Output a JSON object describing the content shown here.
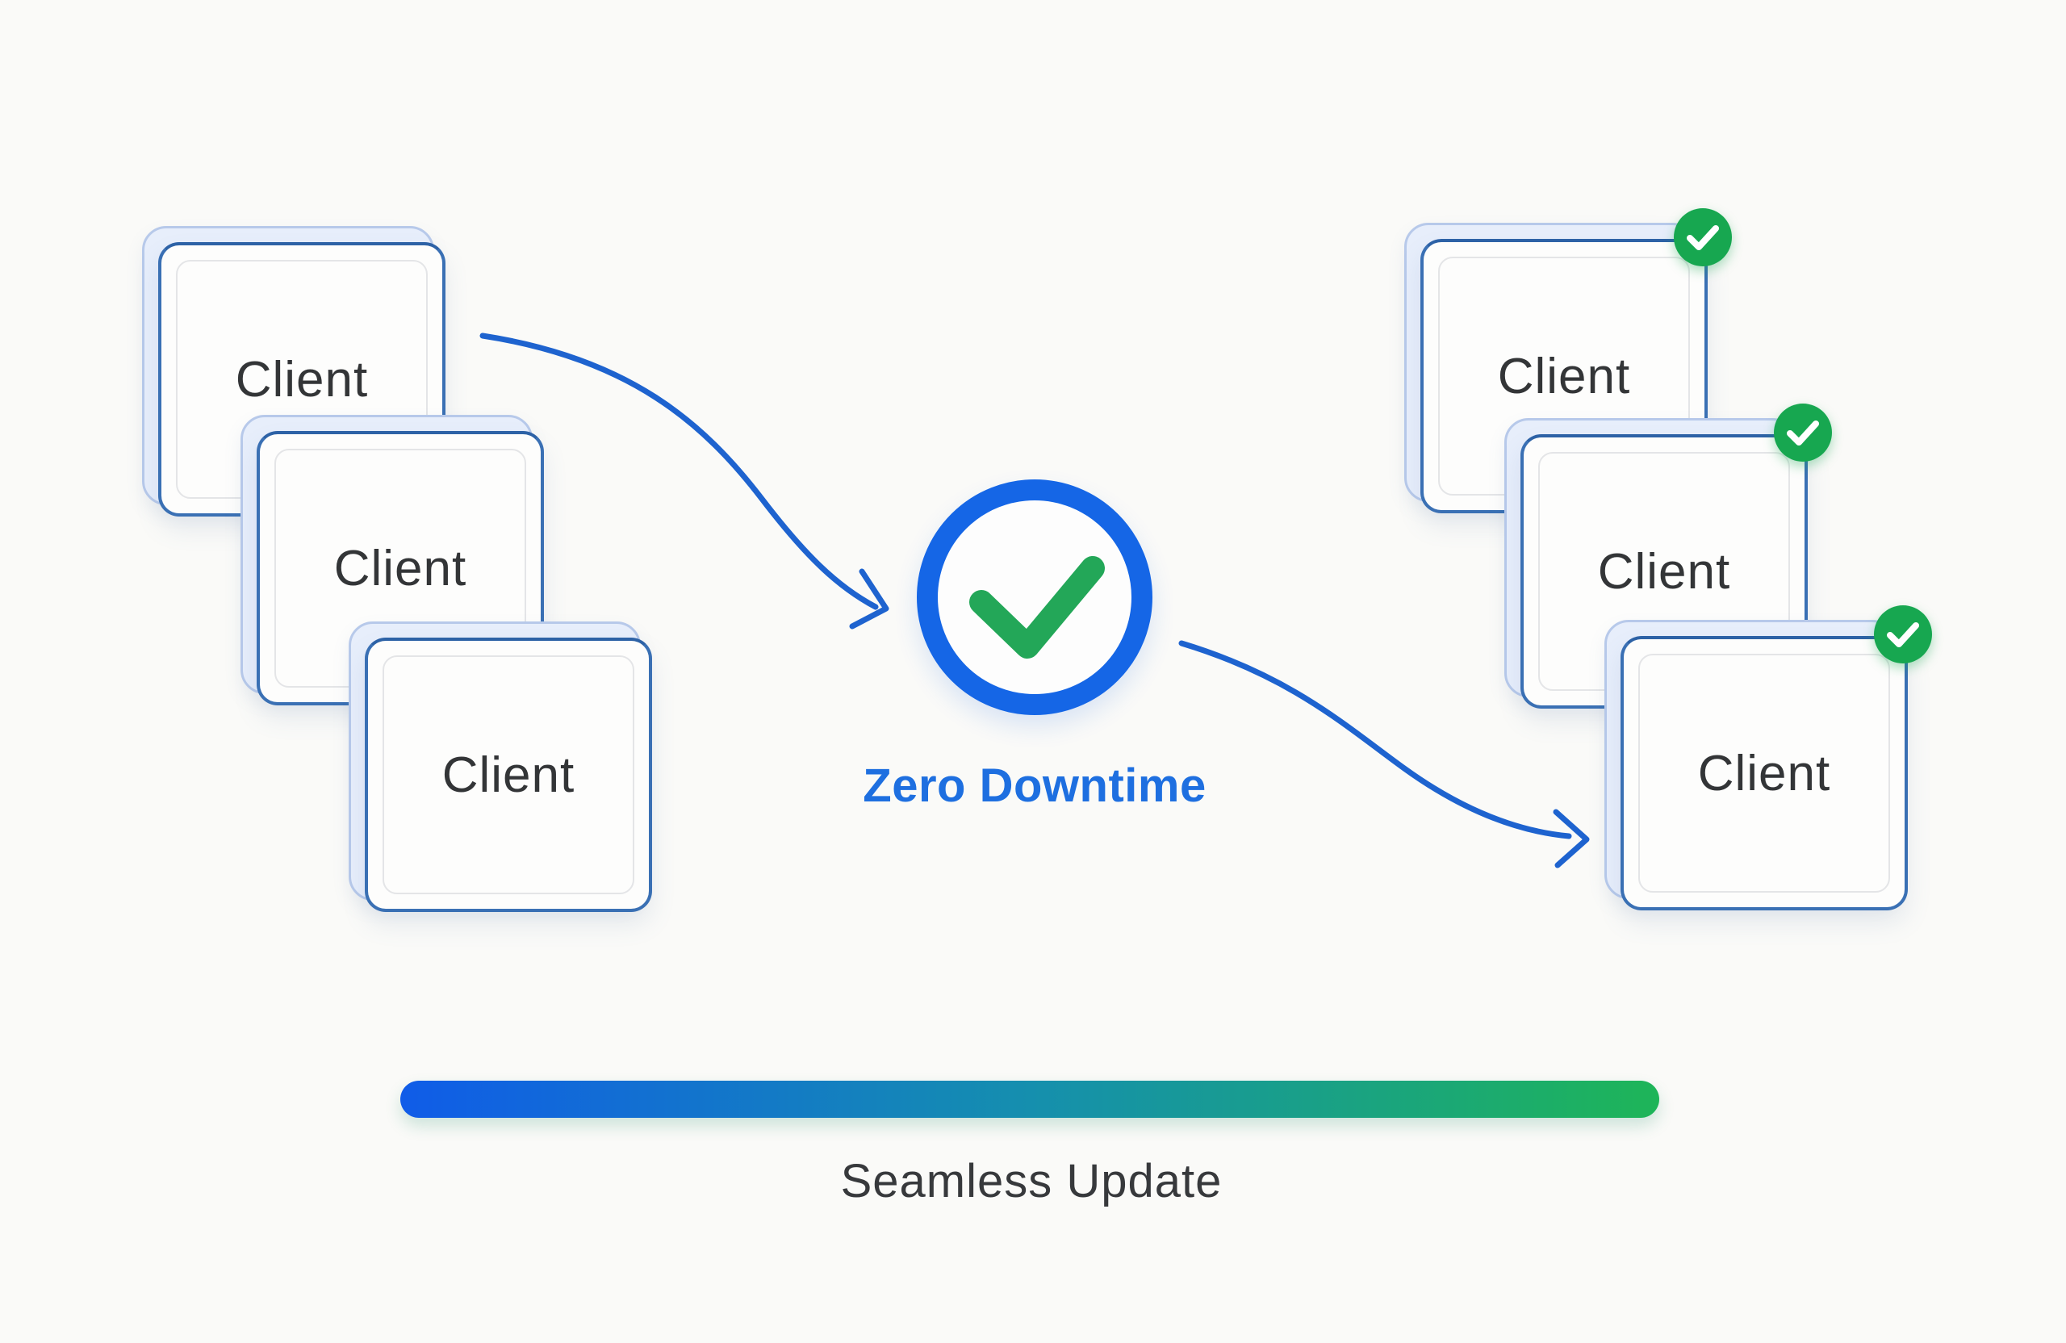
{
  "diagram_title": "Zero Downtime Seamless Update",
  "left_cluster": {
    "cards": [
      {
        "label": "Client"
      },
      {
        "label": "Client"
      },
      {
        "label": "Client"
      }
    ]
  },
  "right_cluster": {
    "cards": [
      {
        "label": "Client",
        "badge_icon": "check-icon"
      },
      {
        "label": "Client",
        "badge_icon": "check-icon"
      },
      {
        "label": "Client",
        "badge_icon": "check-icon"
      }
    ]
  },
  "center": {
    "icon": "check-circle-icon",
    "label": "Zero Downtime"
  },
  "footer": {
    "label": "Seamless Update"
  },
  "colors": {
    "background": "#fafaf8",
    "card_border": "#3a70b4",
    "card_back_border": "#b7c9ea",
    "ring_blue": "#1566e6",
    "check_green": "#23a758",
    "badge_green": "#17a750",
    "arrow_blue": "#1e63cf",
    "label_blue": "#1e6fe0",
    "text_dark": "#333537",
    "gradient_start": "#105ce8",
    "gradient_end": "#1eb558"
  }
}
